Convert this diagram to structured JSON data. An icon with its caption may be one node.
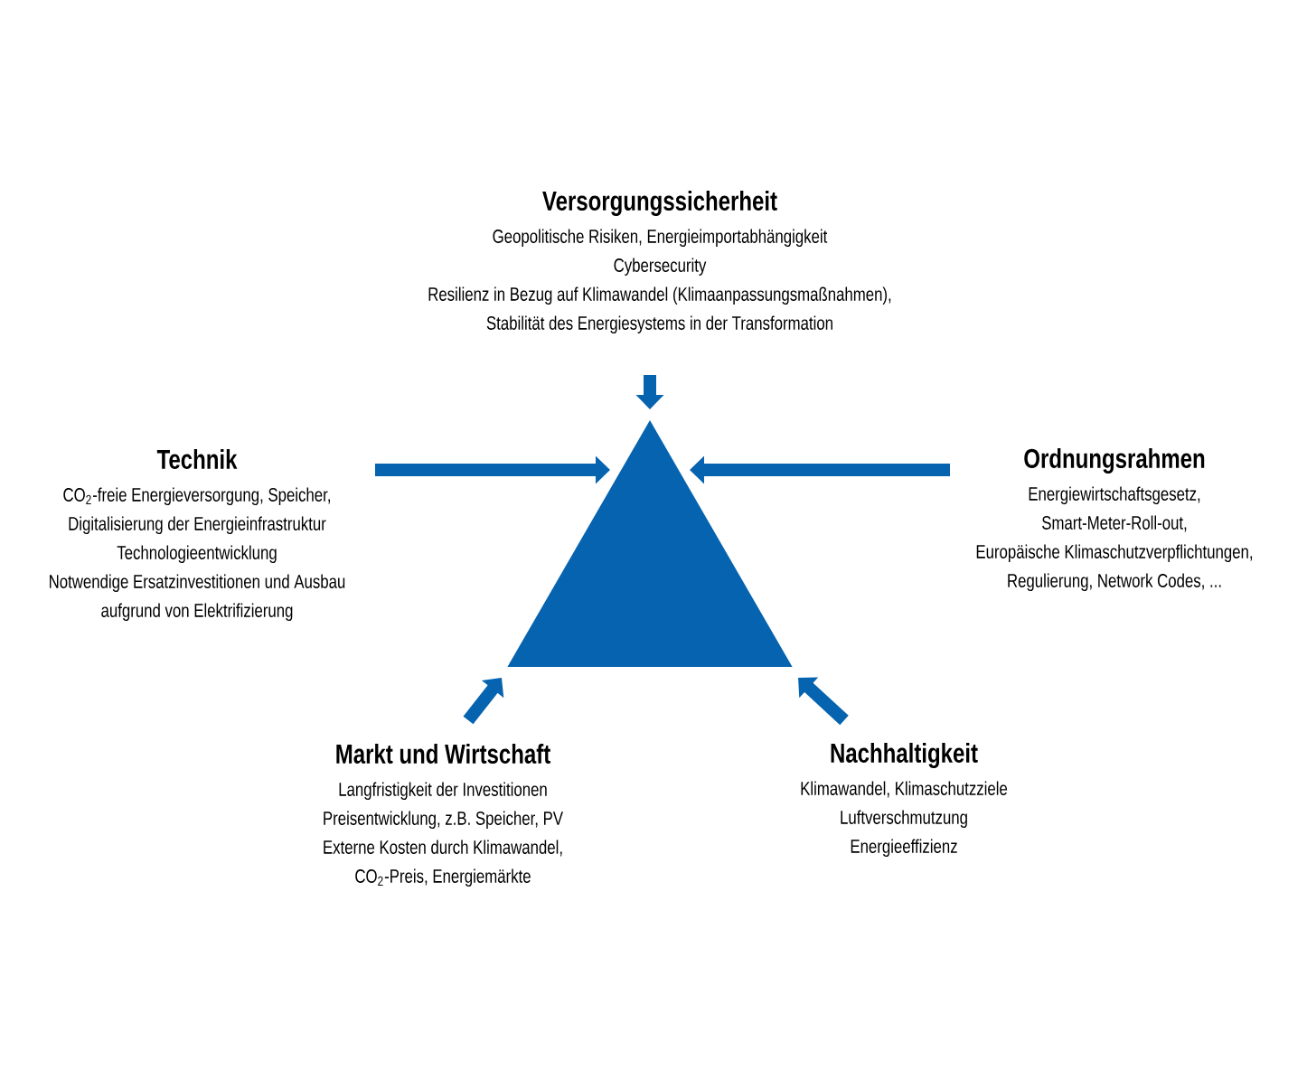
{
  "diagram": {
    "nodes": [
      {
        "text": [
          "Versorgungssicherheit",
          "Geopolitische Risiken, Energieimportabhängigkeit",
          "Cybersecurity",
          "Resilienz in Bezug auf Klimawandel (Klimaanpassungsmaßnahmen),",
          "Stabilität des Energiesystems in der Transformation"
        ]
      },
      {
        "text": [
          "Technik",
          "CO$_{2}$-freie Energieversorgung, Speicher,",
          "Digitalisierung der Energieinfrastruktur",
          "Technologieentwicklung",
          "Notwendige Ersatzinvestitionen und Ausbau",
          "aufgrund von Elektrifizierung"
        ]
      },
      {
        "text": [
          "Ordnungsrahmen",
          "Energiewirtschaftsgesetz,",
          "Smart-Meter-Roll-out,",
          "Europäische Klimaschutzverpflichtungen,",
          "Regulierung, Network Codes, ..."
        ]
      },
      {
        "text": [],
        "shape": "triangle"
      },
      {
        "text": [
          "Markt und Wirtschaft",
          "Langfristigkeit der Investitionen",
          "Preisentwicklung, z.B. Speicher, PV",
          "Externe Kosten durch Klimawandel,",
          "CO$_{2}$-Preis, Energiemärkte"
        ]
      },
      {
        "text": [
          "Nachhaltigkeit",
          "Klimawandel, Klimaschutzziele",
          "Luftverschmutzung",
          "Energieeffizienz"
        ]
      }
    ],
    "edges": [
      {
        "from": 0,
        "to": 3,
        "arrow": "to"
      },
      {
        "from": 1,
        "to": 3,
        "arrow": "to"
      },
      {
        "from": 2,
        "to": 3,
        "arrow": "to"
      },
      {
        "from": 4,
        "to": 3,
        "arrow": "to"
      },
      {
        "from": 5,
        "to": 3,
        "arrow": "to"
      }
    ]
  }
}
